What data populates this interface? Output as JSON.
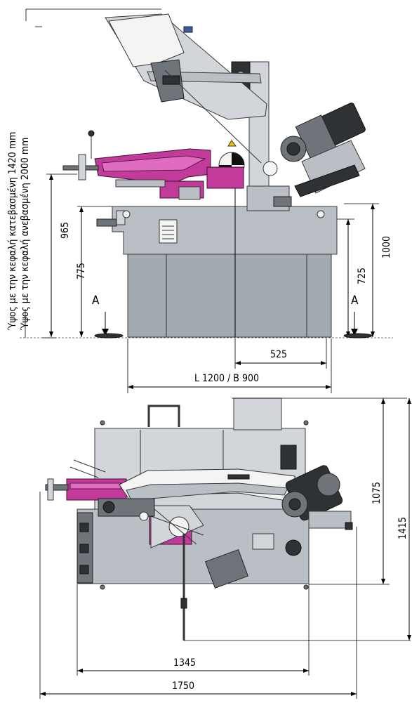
{
  "side_view": {
    "label_height_lowered": "Ύψος με την κεφαλή κατεβασμένη 1420 mm",
    "label_height_raised": "Ύψος με την κεφαλή ανεβασμένη 2000 mm",
    "dim_965": "965",
    "dim_775": "775",
    "dim_725": "725",
    "dim_1000": "1000",
    "dim_525": "525",
    "dim_base": "L 1200 / B 900",
    "section_left": "A",
    "section_right": "A"
  },
  "top_view": {
    "dim_1075": "1075",
    "dim_1415": "1415",
    "dim_1345": "1345",
    "dim_1750": "1750"
  },
  "colors": {
    "machine_grey": "#b9bfc4",
    "vise_magenta": "#c23a9a",
    "motor_dark": "#2f3235"
  }
}
